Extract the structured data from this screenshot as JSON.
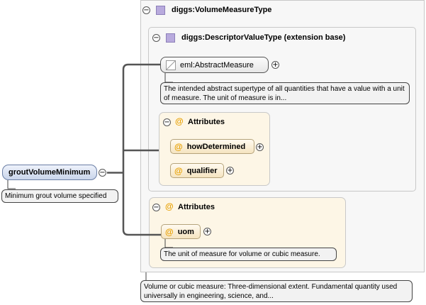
{
  "root": {
    "name": "groutVolumeMinimum",
    "doc": "Minimum grout volume specified"
  },
  "type_panel": {
    "title": "diggs:VolumeMeasureType",
    "doc": "Volume or cubic measure: Three-dimensional extent. Fundamental quantity used universally in engineering, science, and..."
  },
  "base_panel": {
    "title": "diggs:DescriptorValueType (extension base)",
    "abstract": {
      "name": "eml:AbstractMeasure",
      "doc": "The intended abstract supertype of all quantities that have a value with a unit of measure. The unit of measure is in..."
    },
    "attributes": {
      "title": "Attributes",
      "items": [
        {
          "name": "howDetermined"
        },
        {
          "name": "qualifier"
        }
      ]
    }
  },
  "own_attributes": {
    "title": "Attributes",
    "items": [
      {
        "name": "uom",
        "doc": "The unit of measure for volume or cubic measure."
      }
    ]
  },
  "symbols": {
    "collapse": "⊖",
    "expand": "+",
    "at": "@"
  },
  "colors": {
    "type_icon": "#b8aadd",
    "attribute_at": "#e8a000",
    "element_fill": "#c9d5ea"
  }
}
